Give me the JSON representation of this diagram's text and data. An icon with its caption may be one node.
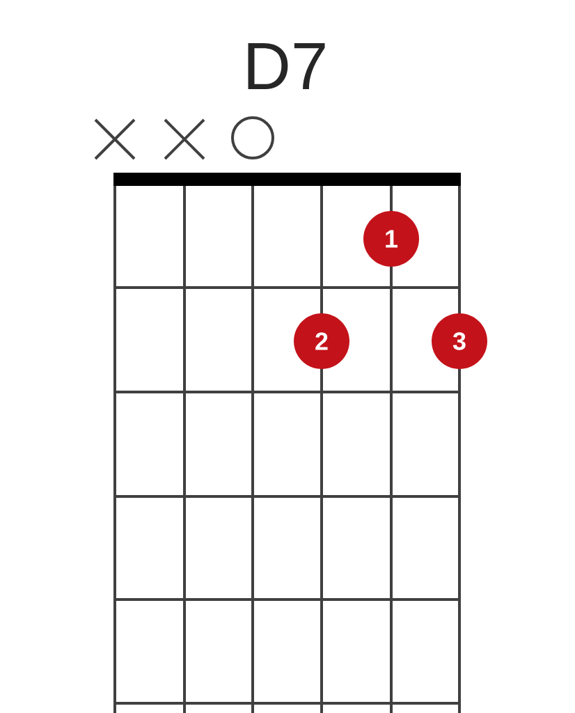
{
  "diagram": {
    "title": "D7",
    "nodes": [
      {
        "text": [
          "1"
        ]
      },
      {
        "text": [
          "2"
        ]
      },
      {
        "text": [
          "3"
        ]
      }
    ]
  }
}
